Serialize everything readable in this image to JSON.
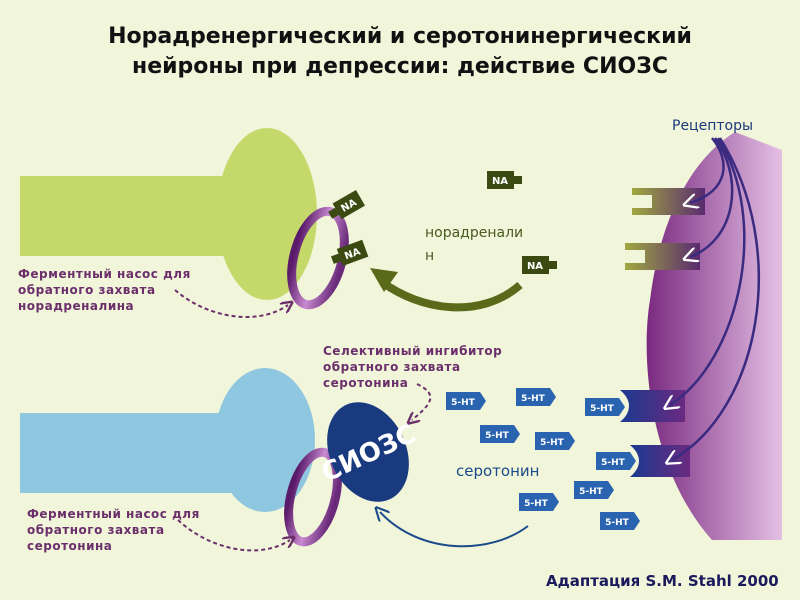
{
  "title": {
    "line1": "Норадренергический и серотонинергический",
    "line2": "нейроны при депрессии: действие СИОЗС"
  },
  "labels": {
    "receptors": "Рецепторы",
    "noradrenaline_line1": "норадренали",
    "noradrenaline_line2": "н",
    "serotonin": "серотонин",
    "ne_pump": [
      "Ферментный насос для",
      "обратного захвата",
      "норадреналина"
    ],
    "ssri_label": [
      "Селективный ингибитор",
      "обратного захвата",
      "серотонина"
    ],
    "ht_pump": [
      "Ферментный насос для",
      "обратного захвата",
      "серотонина"
    ],
    "ssri": "СИОЗС",
    "na": "NA",
    "ht": "5-HT"
  },
  "credit": "Адаптация S.M. Stahl 2000",
  "colors": {
    "background": "#f1f5da",
    "ne_neuron": "#c5d96b",
    "ht_neuron": "#8fc7e0",
    "pump": "#7a3a86",
    "postsynaptic": "#8a3a8e",
    "na_molecule": "#3a4a10",
    "ht_molecule": "#2a64b0",
    "ssri": "#1a3a80"
  }
}
